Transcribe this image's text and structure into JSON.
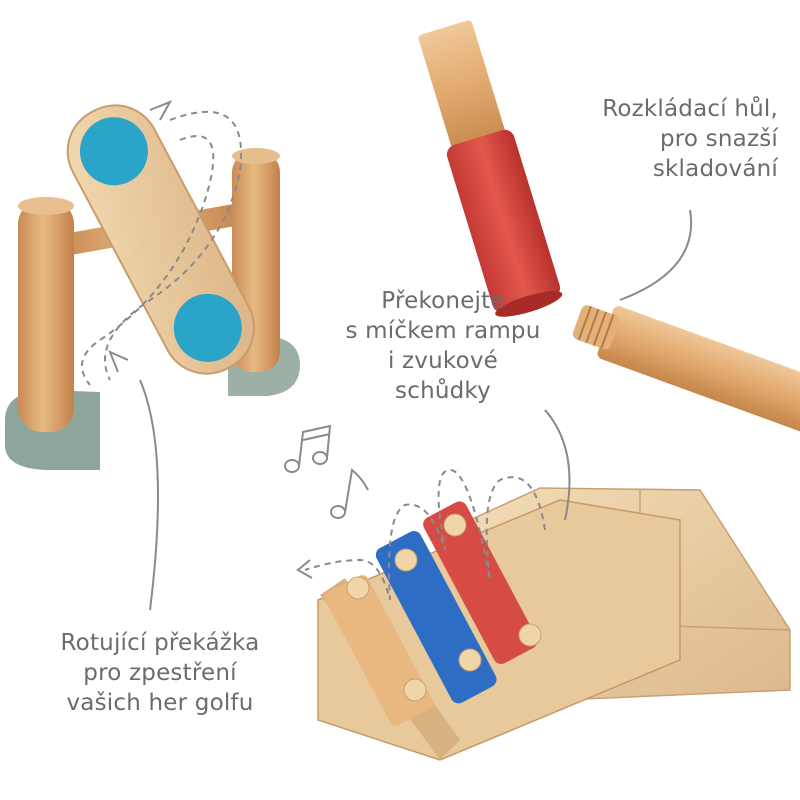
{
  "captions": {
    "stick": [
      "Rozkládací hůl,",
      "pro snazší",
      "skladování"
    ],
    "ramp": [
      "Překonejte",
      "s míčkem rampu",
      "i zvukové",
      "schůdky"
    ],
    "obstacle": [
      "Rotující překážka",
      "pro zpestření",
      "vašich her golfu"
    ]
  },
  "colors": {
    "background": "#ffffff",
    "text": "#6b6b6b",
    "wood": "#e3b57f",
    "blue_disc": "#2aa4c9",
    "sage_base": "#8ea59b",
    "red": "#d64b43",
    "blue_bar": "#2d6dc4",
    "guide_line": "#8a8a8a"
  }
}
